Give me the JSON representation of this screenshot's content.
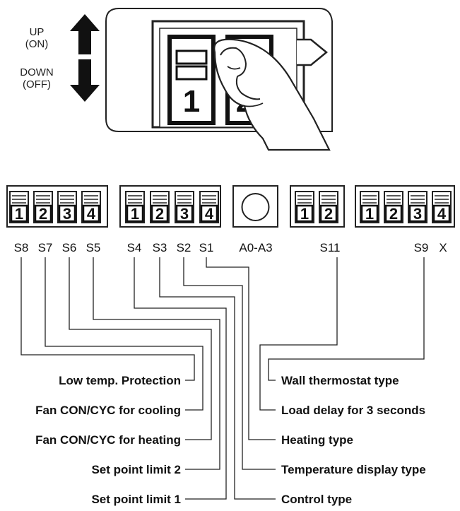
{
  "direction": {
    "up_line1": "UP",
    "up_line2": "(ON)",
    "down_line1": "DOWN",
    "down_line2": "(OFF)"
  },
  "illustration": {
    "switch_numbers": [
      "1",
      "2"
    ]
  },
  "banks": [
    {
      "numbers": [
        "1",
        "2",
        "3",
        "4"
      ]
    },
    {
      "numbers": [
        "1",
        "2",
        "3",
        "4"
      ]
    },
    {
      "numbers": [
        "1",
        "2"
      ]
    },
    {
      "numbers": [
        "1",
        "2",
        "3",
        "4"
      ]
    }
  ],
  "knob": {
    "label": "A0-A3"
  },
  "switch_ids": [
    "S8",
    "S7",
    "S6",
    "S5",
    "S4",
    "S3",
    "S2",
    "S1",
    "S11",
    "S9",
    "X"
  ],
  "left_descriptions": [
    "Low temp. Protection",
    "Fan CON/CYC for cooling",
    "Fan CON/CYC for heating",
    "Set point limit 2",
    "Set point limit 1"
  ],
  "right_descriptions": [
    "Wall thermostat type",
    "Load delay for 3 seconds",
    "Heating type",
    "Temperature display type",
    "Control type"
  ]
}
